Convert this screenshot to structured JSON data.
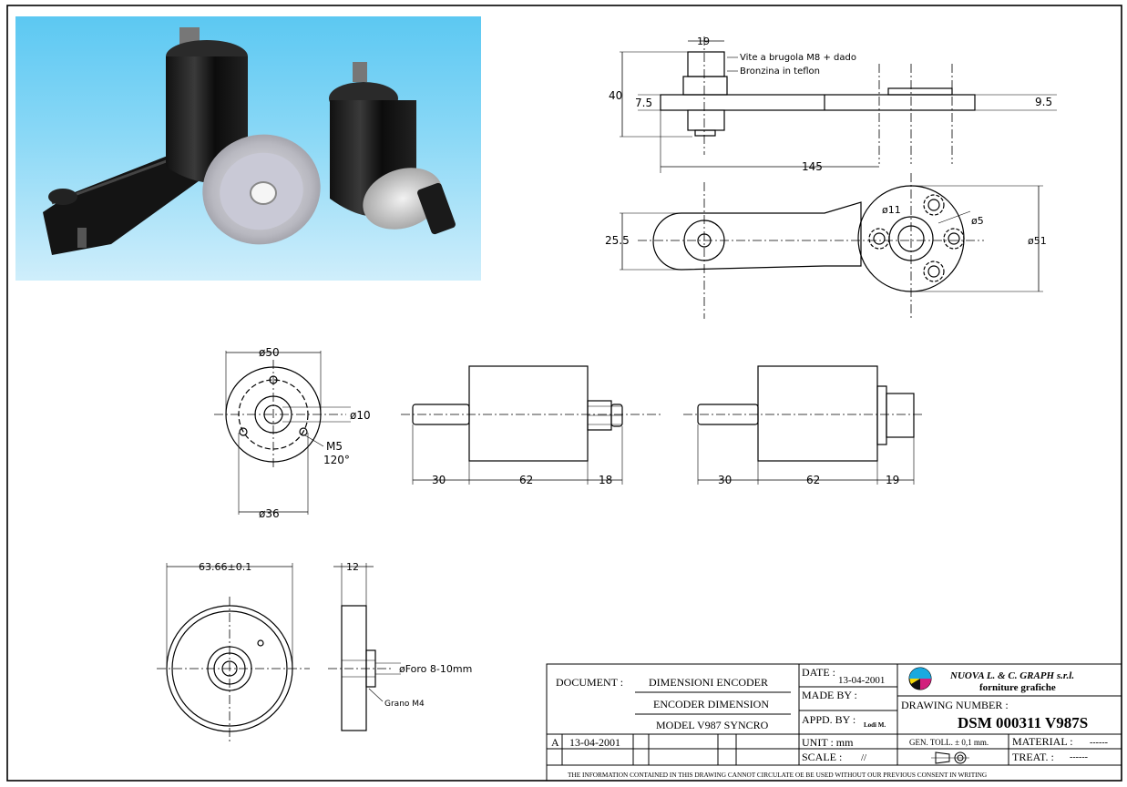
{
  "annotations": {
    "arm_top_width": "19",
    "screw_note": "Vite a brugola M8 + dado",
    "bushing_note": "Bronzina in teflon",
    "height_total": "40",
    "arm_thickness": "7.5",
    "arm_end_thickness": "9.5",
    "arm_length": "145",
    "arm_width": "25.5",
    "hole_d11": "ø11",
    "hole_d5": "ø5",
    "hub_d51": "ø51",
    "encoder_d50": "ø50",
    "shaft_d10": "ø10",
    "thread_m5": "M5",
    "angle_120": "120°",
    "bolt_circle_d36": "ø36",
    "shaft_len_30a": "30",
    "body_len_62a": "62",
    "nut_len_18": "18",
    "shaft_len_30b": "30",
    "body_len_62b": "62",
    "nut_len_19": "19",
    "wheel_d": "63.66±0.1",
    "wheel_w": "12",
    "bore_note": "øForo 8-10mm",
    "grub_note": "Grano M4"
  },
  "title_block": {
    "document_label": "DOCUMENT :",
    "doc_line1": "DIMENSIONI ENCODER",
    "doc_line2": "ENCODER DIMENSION",
    "doc_line3": "MODEL V987 SYNCRO",
    "date_label": "DATE :",
    "date_value": "13-04-2001",
    "made_by_label": "MADE BY :",
    "appd_by_label": "APPD. BY :",
    "appd_by_value": "Lodi M.",
    "unit_label": "UNIT : mm",
    "scale_label": "SCALE :",
    "scale_value": "//",
    "company_name": "NUOVA L. & C. GRAPH s.r.l.",
    "company_sub": "forniture grafiche",
    "drawing_number_label": "DRAWING NUMBER :",
    "drawing_number": "DSM 000311 V987S",
    "gen_toll": "GEN. TOLL.  ± 0,1 mm.",
    "material_label": "MATERIAL :",
    "material_value": "------",
    "treat_label": "TREAT. :",
    "treat_value": "------",
    "rev_letter": "A",
    "rev_date": "13-04-2001",
    "footer_note": "THE INFORMATION CONTAINED IN THIS DRAWING CANNOT CIRCULATE OE BE USED WITHOUT OUR PREVIOUS CONSENT IN WRITING"
  },
  "colors": {
    "photo_bg": "#6fcff4",
    "logo_yellow": "#f5d90a",
    "logo_cyan": "#19a9e0",
    "logo_magenta": "#d21f7c"
  }
}
